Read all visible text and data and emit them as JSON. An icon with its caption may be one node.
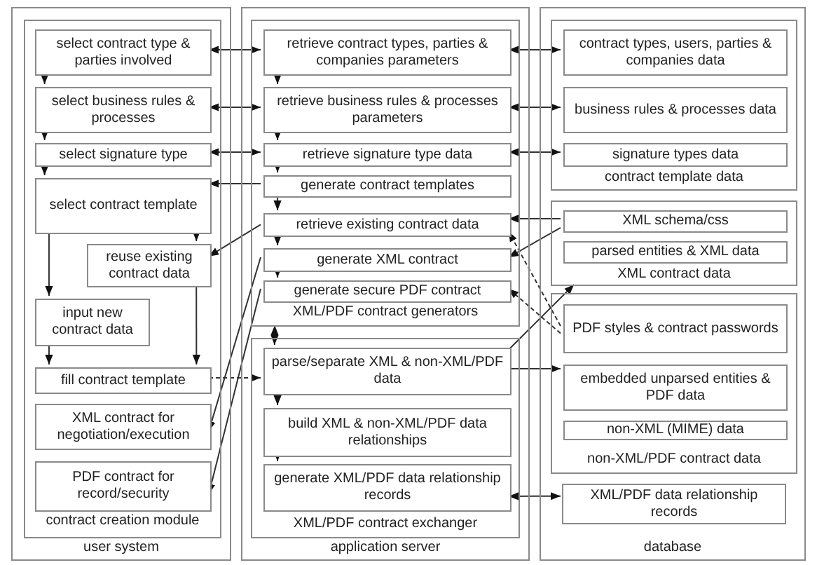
{
  "diagram": {
    "nodes": [
      {
        "text": [
          "user system"
        ]
      },
      {
        "text": [
          "contract creation module"
        ],
        "in": 0
      },
      {
        "text": [
          "select contract type & parties involved"
        ],
        "in": 1
      },
      {
        "text": [
          "select business rules & processes"
        ],
        "in": 1
      },
      {
        "text": [
          "select signature type"
        ],
        "in": 1
      },
      {
        "text": [
          "select contract template"
        ],
        "in": 1
      },
      {
        "text": [
          "reuse existing contract data"
        ],
        "in": 1
      },
      {
        "text": [
          "input new contract data"
        ],
        "in": 1
      },
      {
        "text": [
          "fill contract template"
        ],
        "in": 1
      },
      {
        "text": [
          "XML contract for negotiation/execution"
        ],
        "in": 1
      },
      {
        "text": [
          "PDF contract for record/security"
        ],
        "in": 1
      },
      {
        "text": [
          "application server"
        ]
      },
      {
        "text": [
          "XML/PDF contract generators"
        ],
        "in": 11
      },
      {
        "text": [
          "retrieve contract types, parties & companies parameters"
        ],
        "in": 12
      },
      {
        "text": [
          "retrieve business rules & processes parameters"
        ],
        "in": 12
      },
      {
        "text": [
          "retrieve signature type data"
        ],
        "in": 12
      },
      {
        "text": [
          "generate contract templates"
        ],
        "in": 12
      },
      {
        "text": [
          "retrieve existing contract data"
        ],
        "in": 12
      },
      {
        "text": [
          "generate XML contract"
        ],
        "in": 12
      },
      {
        "text": [
          "generate secure PDF contract"
        ],
        "in": 12
      },
      {
        "text": [
          "XML/PDF contract exchanger"
        ],
        "in": 11
      },
      {
        "text": [
          "parse/separate XML & non-XML/PDF data"
        ],
        "in": 20
      },
      {
        "text": [
          "build XML & non-XML/PDF data relationships"
        ],
        "in": 20
      },
      {
        "text": [
          "generate XML/PDF data relationship records"
        ],
        "in": 20
      },
      {
        "text": [
          "database"
        ]
      },
      {
        "text": [
          "contract template data"
        ],
        "in": 24
      },
      {
        "text": [
          "contract types, users, parties & companies data"
        ],
        "in": 25
      },
      {
        "text": [
          "business rules & processes data"
        ],
        "in": 25
      },
      {
        "text": [
          "signature types data"
        ],
        "in": 25
      },
      {
        "text": [
          "XML contract data"
        ],
        "in": 24
      },
      {
        "text": [
          "XML schema/css"
        ],
        "in": 29
      },
      {
        "text": [
          "parsed entities & XML data"
        ],
        "in": 29
      },
      {
        "text": [
          "non-XML/PDF contract data"
        ],
        "in": 24
      },
      {
        "text": [
          "PDF styles & contract passwords"
        ],
        "in": 32
      },
      {
        "text": [
          "embedded unparsed entities & PDF data"
        ],
        "in": 32
      },
      {
        "text": [
          "non-XML (MIME) data"
        ],
        "in": 32
      },
      {
        "text": [
          "XML/PDF data relationship records"
        ],
        "in": 24
      }
    ],
    "edges": [
      {
        "from": 2,
        "to": 13,
        "arrow": "both"
      },
      {
        "from": 13,
        "to": 26,
        "arrow": "both"
      },
      {
        "from": 3,
        "to": 14,
        "arrow": "both"
      },
      {
        "from": 14,
        "to": 27,
        "arrow": "both"
      },
      {
        "from": 4,
        "to": 15,
        "arrow": "both"
      },
      {
        "from": 15,
        "to": 28,
        "arrow": "both"
      },
      {
        "from": 16,
        "to": 5,
        "arrow": "to"
      },
      {
        "from": 2,
        "to": 3,
        "arrow": "to"
      },
      {
        "from": 3,
        "to": 4,
        "arrow": "to"
      },
      {
        "from": 4,
        "to": 5,
        "arrow": "to"
      },
      {
        "from": 5,
        "to": 7,
        "arrow": "to"
      },
      {
        "from": 7,
        "to": 8,
        "arrow": "to"
      },
      {
        "from": 5,
        "to": 6,
        "arrow": "to"
      },
      {
        "from": 6,
        "to": 8,
        "arrow": "to"
      },
      {
        "from": 17,
        "to": 6,
        "arrow": "to"
      },
      {
        "from": 18,
        "to": 9,
        "arrow": "to"
      },
      {
        "from": 19,
        "to": 10,
        "arrow": "to"
      },
      {
        "from": 13,
        "to": 14,
        "arrow": "to"
      },
      {
        "from": 14,
        "to": 15,
        "arrow": "to"
      },
      {
        "from": 15,
        "to": 16,
        "arrow": "to"
      },
      {
        "from": 16,
        "to": 17,
        "arrow": "to"
      },
      {
        "from": 17,
        "to": 18,
        "arrow": "to"
      },
      {
        "from": 18,
        "to": 19,
        "arrow": "to"
      },
      {
        "from": 12,
        "to": 21,
        "arrow": "both"
      },
      {
        "from": 21,
        "to": 22,
        "arrow": "to"
      },
      {
        "from": 22,
        "to": 23,
        "arrow": "to"
      },
      {
        "from": 8,
        "to": 21,
        "arrow": "to",
        "style": "dashed"
      },
      {
        "from": 21,
        "to": 34,
        "arrow": "to"
      },
      {
        "from": 36,
        "to": 23,
        "arrow": "both"
      },
      {
        "from": 30,
        "to": 17,
        "arrow": "to"
      },
      {
        "from": 30,
        "to": 18,
        "arrow": "to"
      },
      {
        "from": 33,
        "to": 17,
        "arrow": "to",
        "style": "dashed"
      },
      {
        "from": 33,
        "to": 19,
        "arrow": "to",
        "style": "dashed"
      },
      {
        "from": 21,
        "to": 29,
        "arrow": "to"
      }
    ]
  }
}
